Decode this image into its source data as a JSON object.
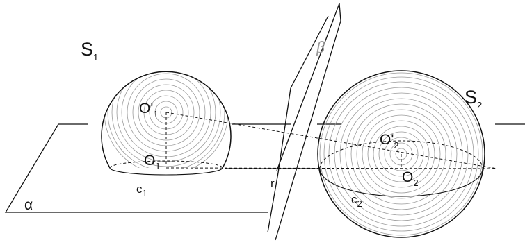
{
  "labels": {
    "sphere1": {
      "main": "S",
      "sub": "1"
    },
    "sphere2": {
      "main": "S",
      "sub": "2"
    },
    "center1_prime": {
      "main": "O'",
      "sub": "1"
    },
    "center1": {
      "main": "O",
      "sub": "1"
    },
    "center2_prime": {
      "main": "O'",
      "sub": "2"
    },
    "center2": {
      "main": "O",
      "sub": "2"
    },
    "circle1": {
      "main": "c",
      "sub": "1"
    },
    "circle2": {
      "main": "c",
      "sub": "2"
    },
    "plane_alpha": "α",
    "plane_beta": "β",
    "line_r": "r"
  },
  "colors": {
    "stroke": "#111111",
    "shading": "#9a9a9a"
  }
}
